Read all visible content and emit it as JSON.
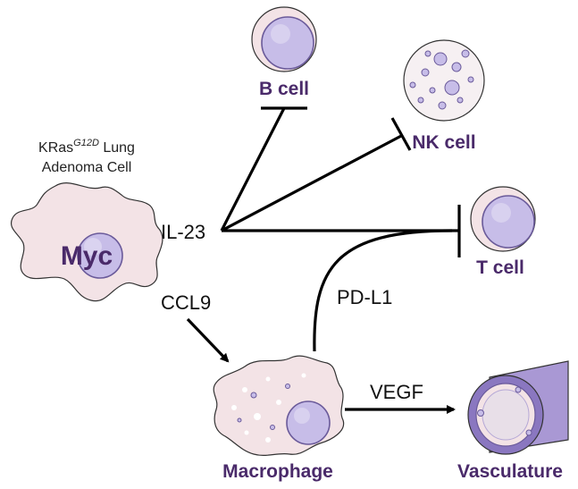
{
  "colors": {
    "label_purple": "#4a2a6a",
    "cell_fill": "#f3e3e6",
    "nucleus_fill": "#c7bde8",
    "nucleus_stroke": "#6a5a9a",
    "vessel_outer": "#a998d4",
    "vessel_inner": "#8a77c0",
    "line": "#000000"
  },
  "tumor": {
    "caption_line1_prefix": "KRas",
    "caption_superscript": "G12D",
    "caption_line1_suffix": " Lung",
    "caption_line2": "Adenoma Cell",
    "nucleus_label": "Myc"
  },
  "signals": {
    "il23": "IL-23",
    "ccl9": "CCL9",
    "pdl1": "PD-L1",
    "vegf": "VEGF"
  },
  "cells": {
    "b_cell": "B cell",
    "nk_cell": "NK cell",
    "t_cell": "T cell",
    "macrophage": "Macrophage",
    "vasculature": "Vasculature"
  },
  "edges": [
    {
      "from": "IL-23",
      "to": "B cell",
      "type": "inhibition"
    },
    {
      "from": "IL-23",
      "to": "NK cell",
      "type": "inhibition"
    },
    {
      "from": "IL-23",
      "to": "T cell",
      "type": "inhibition"
    },
    {
      "from": "CCL9",
      "to": "Macrophage",
      "type": "activation"
    },
    {
      "from": "Macrophage",
      "to": "T cell",
      "via": "PD-L1",
      "type": "inhibition"
    },
    {
      "from": "Macrophage",
      "to": "Vasculature",
      "via": "VEGF",
      "type": "activation"
    }
  ]
}
